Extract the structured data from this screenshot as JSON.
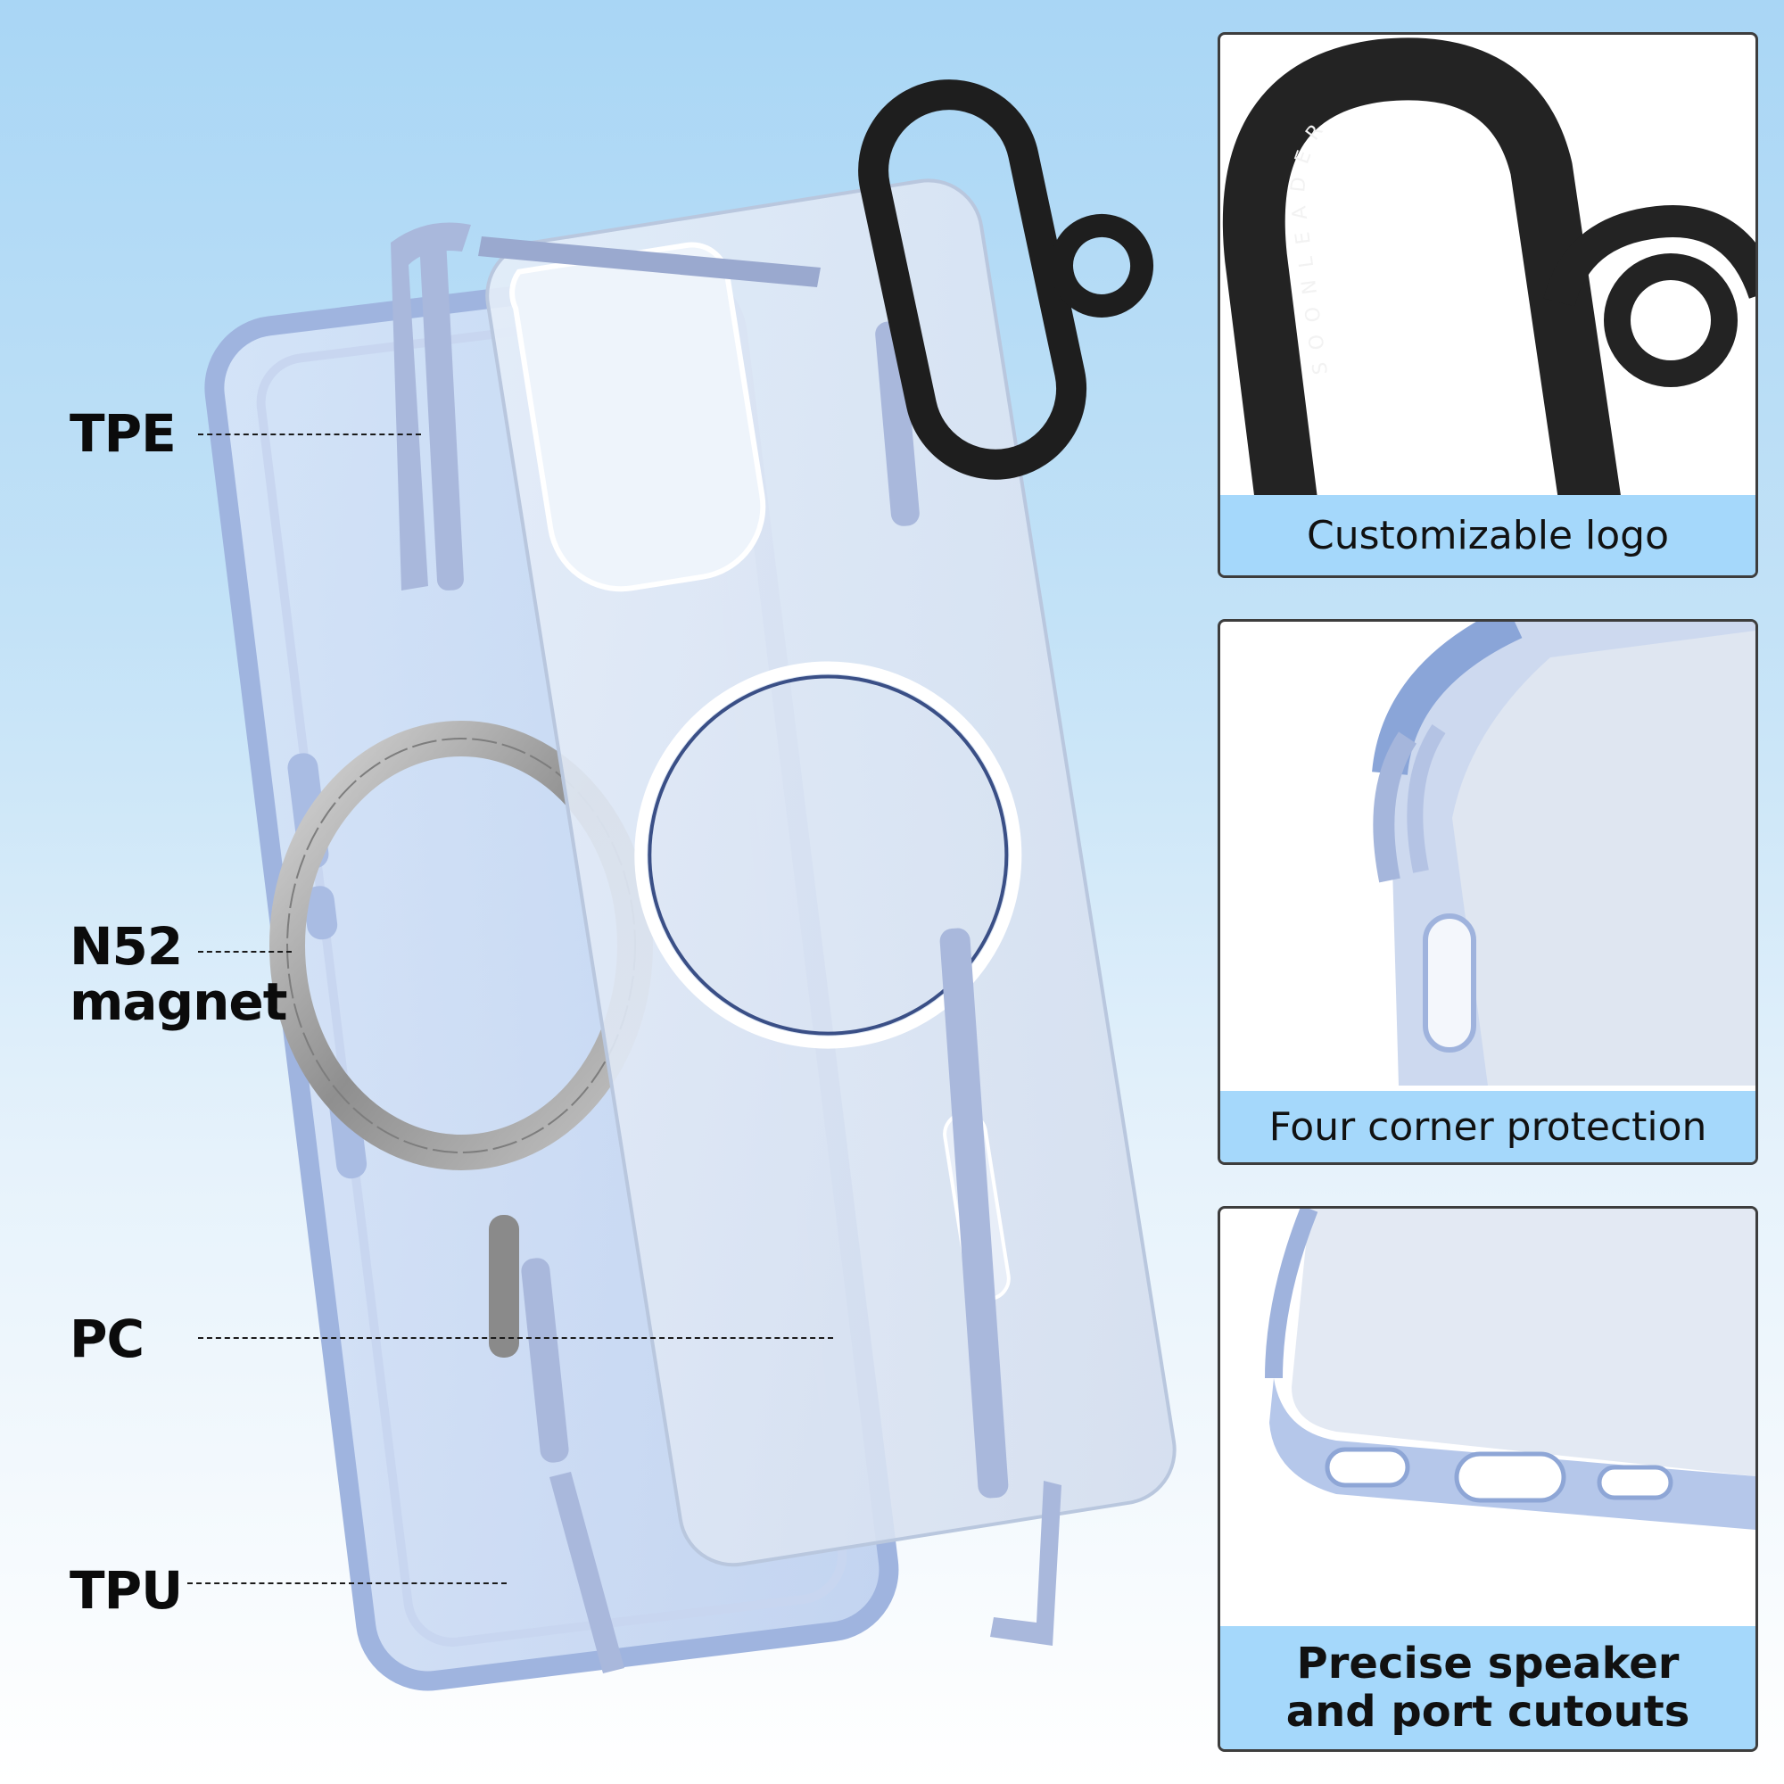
{
  "labels": {
    "tpe": "TPE",
    "n52_line1": "N52",
    "n52_line2": "magnet",
    "pc": "PC",
    "tpu": "TPU"
  },
  "panels": [
    {
      "caption": "Customizable logo",
      "logo_text": "SOONLEADER"
    },
    {
      "caption": "Four corner protection"
    },
    {
      "caption_line1": "Precise speaker",
      "caption_line2": "and port cutouts"
    }
  ],
  "colors": {
    "background_top": "#a9d6f5",
    "caption_bar": "#a5d8fb",
    "case_blue": "#b7c9ec",
    "tpe_blue": "#a9b8dc",
    "magnet_grey": "#9b9b9b",
    "lens_ring": "#1e1e1e"
  }
}
